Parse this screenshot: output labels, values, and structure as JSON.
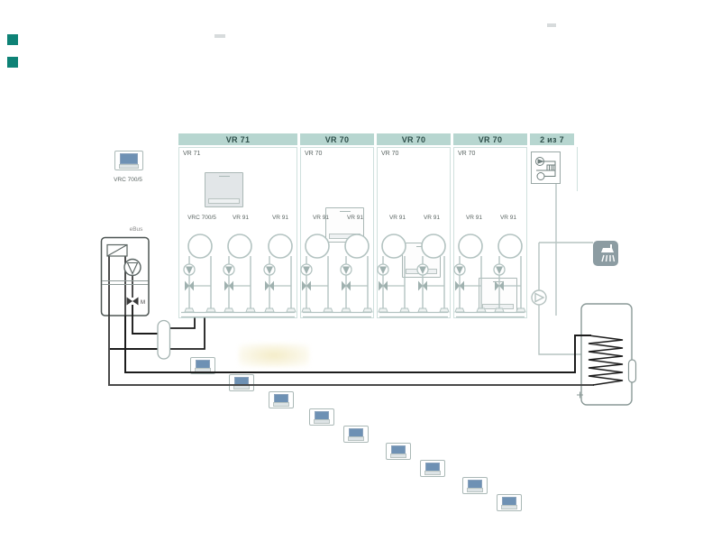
{
  "page": {
    "kind": "heating-system-hydraulic-scheme"
  },
  "pagination": {
    "label": "2 из 7"
  },
  "standalone_controller": {
    "label": "VRC 700/5"
  },
  "columns": [
    {
      "header": "VR 71",
      "module_label": "VR 71",
      "controllers": [
        "VRC 700/5",
        "VR 91",
        "VR 91"
      ]
    },
    {
      "header": "VR 70",
      "module_label": "VR 70",
      "controllers": [
        "VR 91",
        "VR 91"
      ]
    },
    {
      "header": "VR 70",
      "module_label": "VR 70",
      "controllers": [
        "VR 91",
        "VR 91"
      ]
    },
    {
      "header": "VR 70",
      "module_label": "VR 70",
      "controllers": [
        "VR 91",
        "VR 91"
      ]
    }
  ],
  "boiler": {
    "bus_label": "eBus",
    "valve_motor_label": "M"
  },
  "colors": {
    "accent_teal": "#0e8276",
    "header_bg": "#b7d6d0",
    "header_text": "#2e4f4a",
    "scheme_gray": "#b3c3c1",
    "pipe_black": "#1c1c1c",
    "pipe_dark_gray": "#4a4a4a",
    "screen_blue": "#6e91b4",
    "shower_tile_gray": "#8c9ca2"
  }
}
